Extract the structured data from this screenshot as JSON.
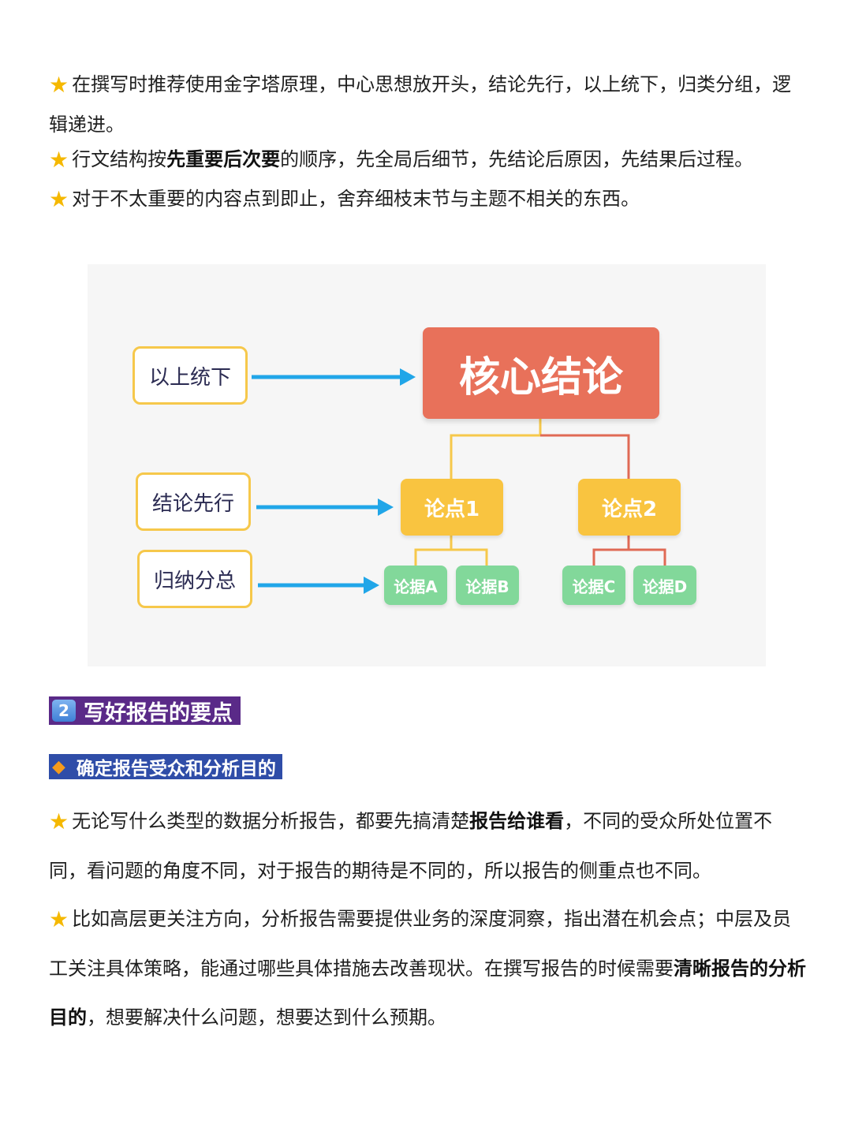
{
  "intro": {
    "p1": "在撰写时推荐使用金字塔原理，中心思想放开头，结论先行，以上统下，归类分组，逻辑递进。",
    "p2_pre": "行文结构按",
    "p2_bold": "先重要后次要",
    "p2_post": "的顺序，先全局后细节，先结论后原因，先结果后过程。",
    "p3": "对于不太重要的内容点到即止，舍弃细枝末节与主题不相关的东西。"
  },
  "diagram": {
    "core": "核心结论",
    "left_labels": [
      "以上统下",
      "结论先行",
      "归纳分总"
    ],
    "points": [
      "论点1",
      "论点2"
    ],
    "evidence": [
      "论据A",
      "论据B",
      "论据C",
      "论据D"
    ],
    "colors": {
      "core": "#e8715a",
      "point": "#f9c440",
      "evidence": "#82d89a",
      "arrow": "#21a6e8",
      "label_border": "#f6c84b",
      "connector_left": "#f6c84b",
      "connector_right": "#e06a55"
    }
  },
  "section": {
    "badge": "2",
    "title": "写好报告的要点",
    "sub_icon": "orange-diamond-icon",
    "subtitle": "确定报告受众和分析目的",
    "p4_pre": "无论写什么类型的数据分析报告，都要先搞清楚",
    "p4_bold": "报告给谁看",
    "p4_post": "，不同的受众所处位置不同，看问题的角度不同，对于报告的期待是不同的，所以报告的侧重点也不同。",
    "p5_pre": "比如高层更关注方向，分析报告需要提供业务的深度洞察，指出潜在机会点；中层及员工关注具体策略，能通过哪些具体措施去改善现状。在撰写报告的时候需要",
    "p5_bold": "清晰报告的分析目的",
    "p5_post": "，想要解决什么问题，想要达到什么预期。"
  },
  "icons": {
    "bullet": "star-icon"
  }
}
